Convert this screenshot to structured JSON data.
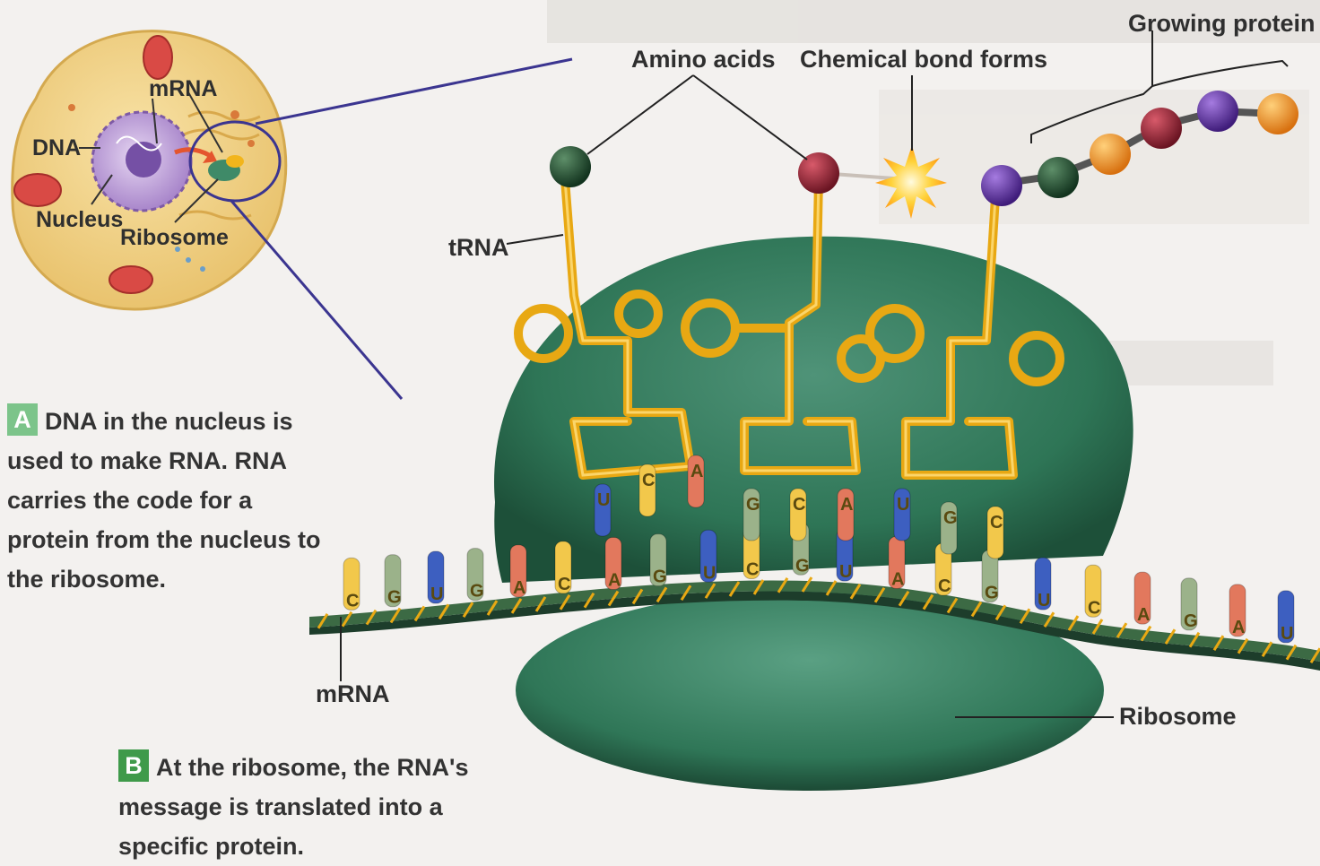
{
  "labels": {
    "cell_mrna": "mRNA",
    "cell_dna": "DNA",
    "cell_nucleus": "Nucleus",
    "cell_ribosome": "Ribosome",
    "amino_acids": "Amino acids",
    "chemical_bond": "Chemical bond forms",
    "growing_protein": "Growing protein",
    "trna": "tRNA",
    "mrna": "mRNA",
    "ribosome": "Ribosome"
  },
  "captions": {
    "a_badge": "A",
    "a_text": "DNA in the nucleus is used to make RNA. RNA carries the code for a protein from the nucleus to the ribosome.",
    "b_badge": "B",
    "b_text": "At the ribosome, the RNA's message is translated into a specific protein."
  },
  "mrna_bases": [
    "C",
    "G",
    "U",
    "G",
    "A",
    "C",
    "A",
    "G",
    "U",
    "C",
    "G",
    "U",
    "A",
    "C",
    "G",
    "U",
    "C",
    "A",
    "G",
    "A",
    "U"
  ],
  "anticodons": [
    [
      "U",
      "C",
      "A"
    ],
    [
      "G",
      "C",
      "A"
    ],
    [
      "U",
      "G",
      "C"
    ]
  ],
  "colors": {
    "ribosome": "#2e7556",
    "trna": "#f2b51c",
    "base_C": "#f2c84b",
    "base_G": "#9bb28a",
    "base_U": "#3d5fc0",
    "base_A": "#e2785d",
    "amino_green": "#1f4a2c",
    "amino_red": "#8c2233",
    "amino_purple": "#5a2b9e",
    "amino_orange": "#ee8e22"
  }
}
